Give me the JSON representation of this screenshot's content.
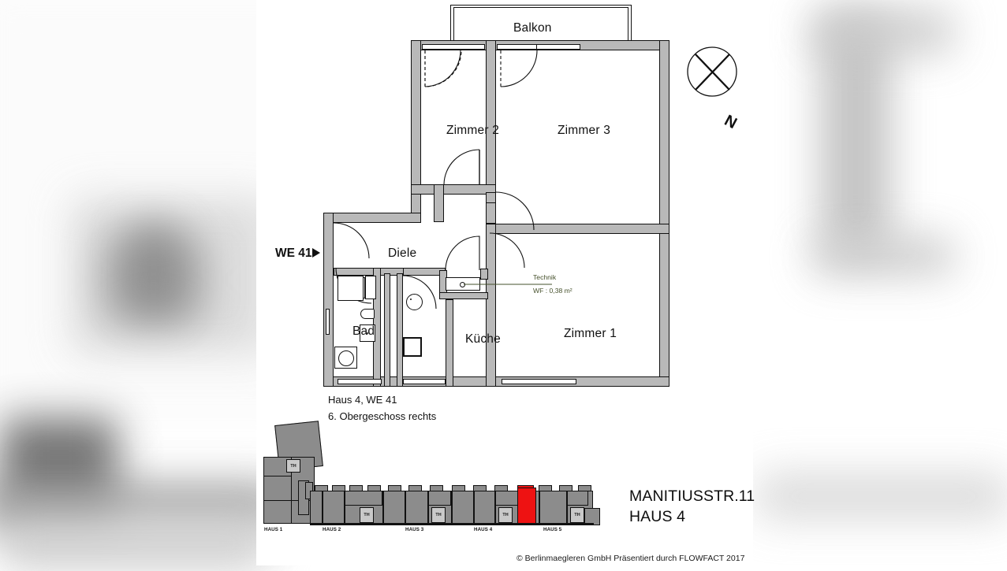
{
  "document": {
    "type": "floor-plan",
    "title": "Haus 4, WE 41",
    "caption_line1": "Haus 4, WE 41",
    "caption_line2": "6. Obergeschoss rechts",
    "unit_marker": "WE 41",
    "footer": "© Berlinmaegleren GmbH Präsentiert durch FLOWFACT 2017"
  },
  "compass": {
    "north_label": "N",
    "icon": "compass-rose-icon"
  },
  "rooms": [
    {
      "id": "balkon",
      "label": "Balkon"
    },
    {
      "id": "zimmer2",
      "label": "Zimmer 2"
    },
    {
      "id": "zimmer3",
      "label": "Zimmer 3"
    },
    {
      "id": "diele",
      "label": "Diele"
    },
    {
      "id": "bad",
      "label": "Bad"
    },
    {
      "id": "kueche",
      "label": "Küche"
    },
    {
      "id": "zimmer1",
      "label": "Zimmer 1"
    }
  ],
  "annotations": {
    "technik_label": "Technik",
    "technik_area": "WF : 0,38 m²",
    "technik_color": "#46512c"
  },
  "site_plan": {
    "address_line1": "MANITIUSSTR.11",
    "address_line2": "HAUS 4",
    "highlight_color": "#ee1212",
    "building_fill": "#8c8c8c",
    "stair_fill": "#c9c9c9",
    "house_labels": [
      "HAUS 1",
      "HAUS 2",
      "HAUS 3",
      "HAUS 4",
      "HAUS 5"
    ],
    "stair_label": "TH",
    "stair_count": 5
  },
  "colors": {
    "wall": "#b9b9b9",
    "outline": "#111111",
    "paper": "#ffffff",
    "text": "#111111"
  }
}
